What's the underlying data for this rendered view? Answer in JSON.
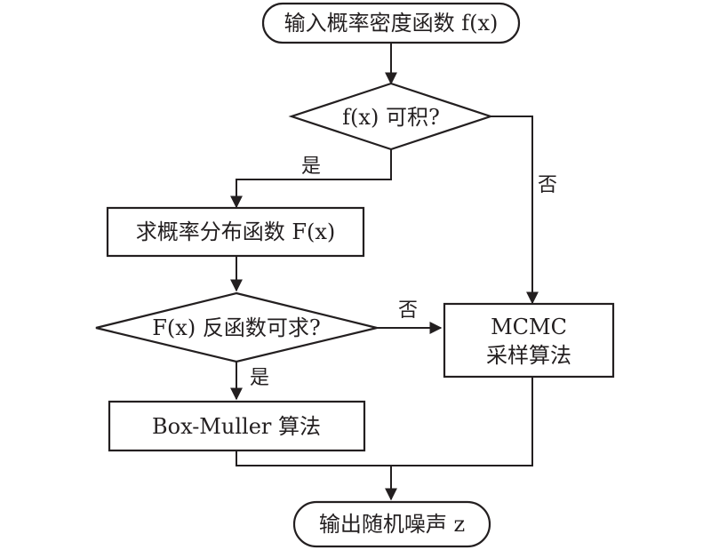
{
  "nodes": {
    "start": {
      "text": "输入概率密度函数 f(x)"
    },
    "decision1": {
      "text": "f(x) 可积?"
    },
    "process_cdf": {
      "text": "求概率分布函数 F(x)"
    },
    "decision2": {
      "text": "F(x) 反函数可求?"
    },
    "box_muller": {
      "text": "Box-Muller 算法"
    },
    "mcmc": {
      "line1": "MCMC",
      "line2": "采样算法"
    },
    "end": {
      "text": "输出随机噪声 z"
    }
  },
  "edge_labels": {
    "d1_yes": "是",
    "d1_no": "否",
    "d2_yes": "是",
    "d2_no": "否"
  },
  "colors": {
    "stroke": "#231f20",
    "fill": "#ffffff"
  }
}
